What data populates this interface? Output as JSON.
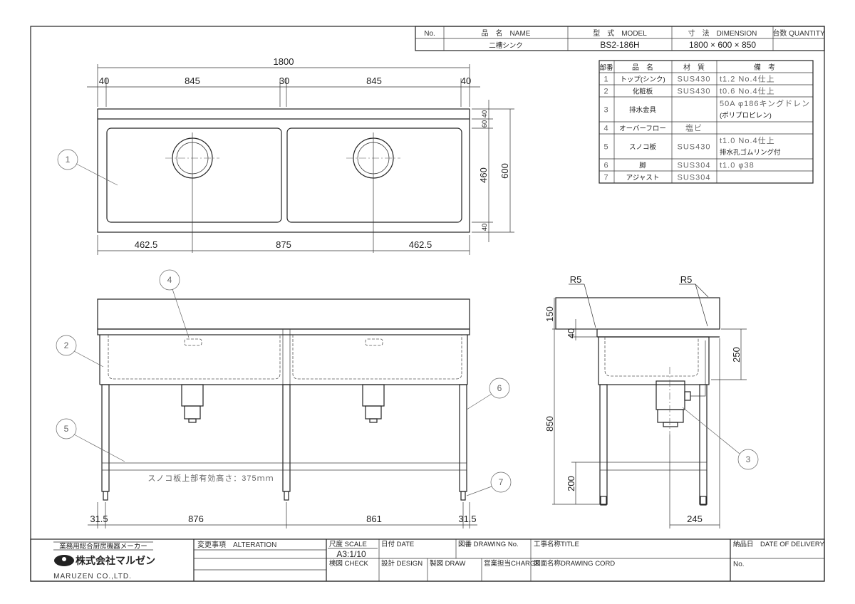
{
  "header_block": {
    "no_label": "No.",
    "name_label": "品　名　NAME",
    "model_label": "型　式　MODEL",
    "dimension_label": "寸　法　DIMENSION",
    "quantity_label": "台数 QUANTITY",
    "name_value": "二槽シンク",
    "model_value": "BS2-186H",
    "dimension_value": "1800 × 600 × 850"
  },
  "parts_table": {
    "headers": [
      "部番",
      "品　名",
      "材　質",
      "備　考"
    ],
    "rows": [
      {
        "no": "1",
        "name": "トップ(シンク)",
        "material": "SUS430",
        "note1": "t1.2 No.4仕上",
        "note2": ""
      },
      {
        "no": "2",
        "name": "化粧板",
        "material": "SUS430",
        "note1": "t0.6 No.4仕上",
        "note2": ""
      },
      {
        "no": "3",
        "name": "排水金具",
        "material": "",
        "note1": "50A φ186キングドレン",
        "note2": "(ポリプロピレン)"
      },
      {
        "no": "4",
        "name": "オーバーフロー",
        "material": "塩ビ",
        "note1": "",
        "note2": ""
      },
      {
        "no": "5",
        "name": "スノコ板",
        "material": "SUS430",
        "note1": "t1.0 No.4仕上",
        "note2": "排水孔ゴムリング付"
      },
      {
        "no": "6",
        "name": "脚",
        "material": "SUS304",
        "note1": "t1.0 φ38",
        "note2": ""
      },
      {
        "no": "7",
        "name": "アジャスト",
        "material": "SUS304",
        "note1": "",
        "note2": ""
      }
    ]
  },
  "plan_view": {
    "overall_width": "1800",
    "segments": [
      "40",
      "845",
      "30",
      "845",
      "40"
    ],
    "depth": "600",
    "depth_segments": [
      "40",
      "60",
      "460",
      "40"
    ],
    "drain_positions": [
      "462.5",
      "875",
      "462.5"
    ],
    "callout": "1"
  },
  "front_view": {
    "callouts": [
      "4",
      "2",
      "6",
      "5",
      "7"
    ],
    "shelf_note": "スノコ板上部有効高さ：375ｍｍ",
    "bottom_dims": [
      "31.5",
      "876",
      "861",
      "31.5"
    ]
  },
  "side_view": {
    "radius_labels": [
      "R5",
      "R5"
    ],
    "dims": {
      "backsplash": "150",
      "edge": "40",
      "height": "850",
      "shelf": "200",
      "bowl_depth": "250",
      "drain_offset": "245"
    },
    "callout": "3"
  },
  "title_block": {
    "maker_tagline": "業務用総合厨房機器メーカー",
    "company_jp": "株式会社マルゼン",
    "company_en": "MARUZEN CO.,LTD.",
    "alteration_label": "変更事項　ALTERATION",
    "scale_label": "尺度 SCALE",
    "scale_value": "A3:1/10",
    "date_label": "日付 DATE",
    "drawing_no_label": "図番 DRAWING No.",
    "title_label": "工事名称TITLE",
    "delivery_label": "納品日　DATE OF DELIVERY",
    "check_label": "検図 CHECK",
    "design_label": "設計 DESIGN",
    "draw_label": "製図 DRAW",
    "charge_label": "営業担当CHARGE",
    "drawing_cord_label": "図面名称DRAWING CORD",
    "no_label": "No."
  }
}
